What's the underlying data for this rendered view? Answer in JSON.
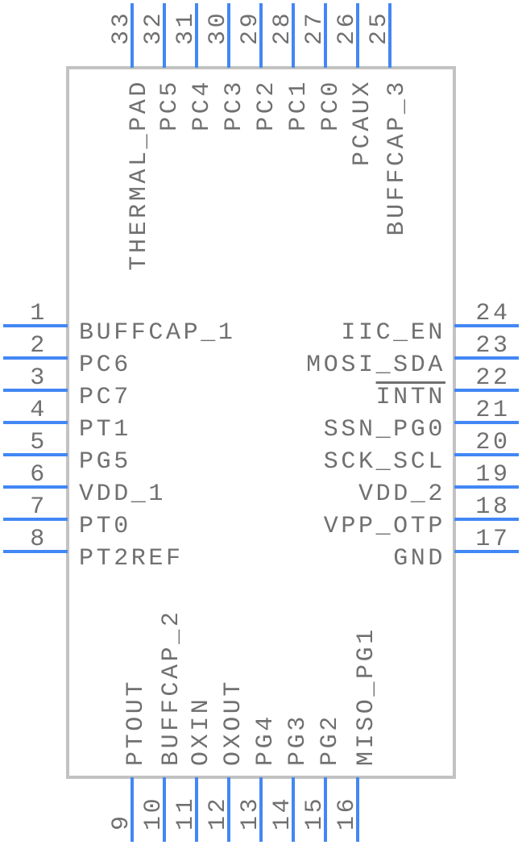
{
  "left_pins": [
    {
      "num": "1",
      "name": "BUFFCAP_1"
    },
    {
      "num": "2",
      "name": "PC6"
    },
    {
      "num": "3",
      "name": "PC7"
    },
    {
      "num": "4",
      "name": "PT1"
    },
    {
      "num": "5",
      "name": "PG5"
    },
    {
      "num": "6",
      "name": "VDD_1"
    },
    {
      "num": "7",
      "name": "PT0"
    },
    {
      "num": "8",
      "name": "PT2REF"
    }
  ],
  "right_pins": [
    {
      "num": "24",
      "name": "IIC_EN"
    },
    {
      "num": "23",
      "name": "MOSI_SDA"
    },
    {
      "num": "22",
      "name": "INTN",
      "overline": true
    },
    {
      "num": "21",
      "name": "SSN_PG0"
    },
    {
      "num": "20",
      "name": "SCK_SCL"
    },
    {
      "num": "19",
      "name": "VDD_2"
    },
    {
      "num": "18",
      "name": "VPP_OTP"
    },
    {
      "num": "17",
      "name": "GND"
    }
  ],
  "top_pins": [
    {
      "num": "33",
      "name": "THERMAL_PAD"
    },
    {
      "num": "32",
      "name": "PC5"
    },
    {
      "num": "31",
      "name": "PC4"
    },
    {
      "num": "30",
      "name": "PC3"
    },
    {
      "num": "29",
      "name": "PC2"
    },
    {
      "num": "28",
      "name": "PC1"
    },
    {
      "num": "27",
      "name": "PC0"
    },
    {
      "num": "26",
      "name": "PCAUX"
    },
    {
      "num": "25",
      "name": "BUFFCAP_3"
    }
  ],
  "bottom_pins": [
    {
      "num": "9",
      "name": "PTOUT"
    },
    {
      "num": "10",
      "name": "BUFFCAP_2"
    },
    {
      "num": "11",
      "name": "OXIN"
    },
    {
      "num": "12",
      "name": "OXOUT"
    },
    {
      "num": "13",
      "name": "PG4"
    },
    {
      "num": "14",
      "name": "PG3"
    },
    {
      "num": "15",
      "name": "PG2"
    },
    {
      "num": "16",
      "name": "MISO_PG1"
    }
  ],
  "colors": {
    "pin": "#4287f5",
    "body": "#c2c2c2",
    "text": "#707070"
  }
}
